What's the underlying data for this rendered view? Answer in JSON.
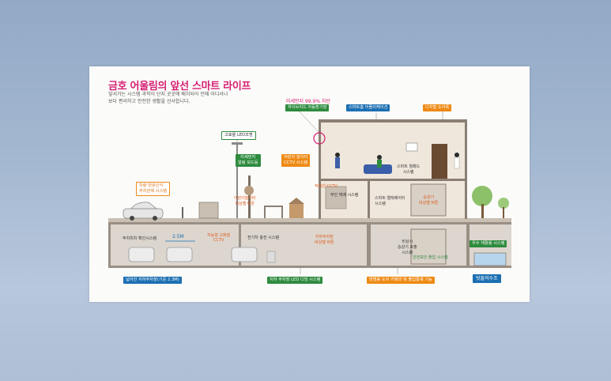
{
  "title": "금호 어울림의 앞선 스마트 라이프",
  "description": [
    "앞서가는 시스템 과학이 단지 곳곳에 배치되어 언제 어디서나",
    "보다 편리하고 안전한 생활을 선사합니다."
  ],
  "labels": {
    "fine_dust_text": "미세먼지 99.9% 차단",
    "hybrid_vent": "하이브리드 자동환기장",
    "smart_home": "스마트홈 어플리케이션",
    "digital_doorlock": "디지털 도어록",
    "led_street": "고효율 LED조명",
    "fine_dust_info": "미세먼지\n알림 보드등",
    "kids_cctv": "어린이 놀이터\nCCTV 시스템",
    "car_plate": "차량 번호인식\n주차관제 시스템",
    "parking_wide": "넓어진 지하주차장(기준 2.3M)",
    "parking_led": "지하 주차장 LED 디밍 시스템",
    "crime_door": "방범용 도어 카메라 및 출입통제 기능",
    "rainwater": "우수 재활용 시스템",
    "water_tank": "빗물저수조"
  },
  "small_text": {
    "parking_guide": "주차위치 확인시스템",
    "width": "2.5M",
    "cctv_parking": "지능형 고화질\nCCTV",
    "ev_charge": "전기차 충전 시스템",
    "emergency_bell": "지하주차장\n비상벨 버튼",
    "kids_bell": "어린이놀이터\n비상벨 버튼",
    "night_cctv": "적외선 CCTV",
    "unmanned_delivery": "무인 택배 시스템",
    "smart_elevator": "스마트 엘레베이터\n시스템",
    "elevator_bell": "승강기\n비상벨 버튼",
    "smart_home_small": "스마트 월패드\n시스템",
    "emergency_elev": "비상시\n승강기 호출\n시스템",
    "lobby_phone": "안전보안 출입 시스템"
  },
  "colors": {
    "title": "#d61f72",
    "green": "#2e8b3e",
    "orange": "#ee8a14",
    "blue": "#1b6fb2"
  }
}
